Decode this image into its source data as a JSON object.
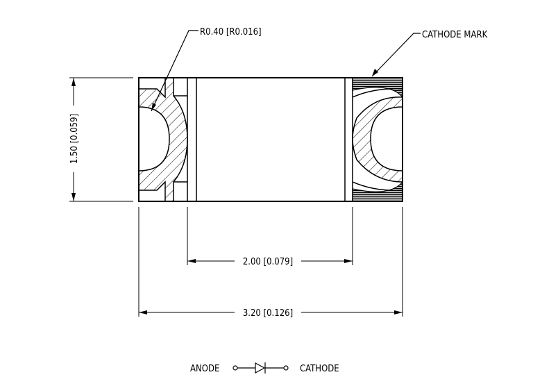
{
  "labels": {
    "radius": "R0.40 [R0.016]",
    "cathode_mark": "CATHODE MARK",
    "height_dim": "1.50 [0.059]",
    "inner_width_dim": "2.00 [0.079]",
    "overall_width_dim": "3.20 [0.126]",
    "anode": "ANODE",
    "cathode": "CATHODE"
  },
  "colors": {
    "line": "#000000",
    "background": "#ffffff"
  }
}
